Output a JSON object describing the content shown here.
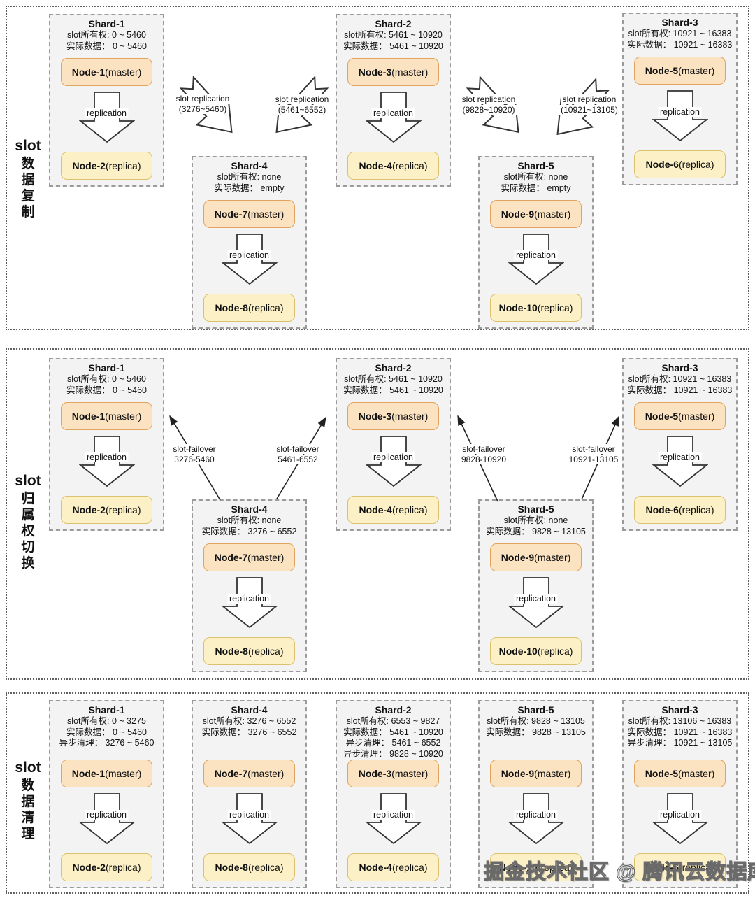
{
  "watermark": "掘金技术社区 @ 腾讯云数据库",
  "replication_label": "replication",
  "panels": [
    {
      "side_label": {
        "en": "slot",
        "zh": "数据复制"
      },
      "shards": [
        {
          "title": "Shard-1",
          "info": [
            "slot所有权: 0 ~ 5460",
            "实际数据： 0 ~ 5460"
          ],
          "master": {
            "name": "Node-1",
            "role": "(master)"
          },
          "replica": {
            "name": "Node-2",
            "role": "(replica)"
          }
        },
        {
          "title": "Shard-2",
          "info": [
            "slot所有权: 5461 ~ 10920",
            "实际数据： 5461 ~ 10920"
          ],
          "master": {
            "name": "Node-3",
            "role": "(master)"
          },
          "replica": {
            "name": "Node-4",
            "role": "(replica)"
          }
        },
        {
          "title": "Shard-3",
          "info": [
            "slot所有权: 10921 ~ 16383",
            "实际数据： 10921 ~ 16383"
          ],
          "master": {
            "name": "Node-5",
            "role": "(master)"
          },
          "replica": {
            "name": "Node-6",
            "role": "(replica)"
          }
        },
        {
          "title": "Shard-4",
          "info": [
            "slot所有权: none",
            "实际数据： empty"
          ],
          "master": {
            "name": "Node-7",
            "role": "(master)"
          },
          "replica": {
            "name": "Node-8",
            "role": "(replica)"
          }
        },
        {
          "title": "Shard-5",
          "info": [
            "slot所有权: none",
            "实际数据： empty"
          ],
          "master": {
            "name": "Node-9",
            "role": "(master)"
          },
          "replica": {
            "name": "Node-10",
            "role": "(replica)"
          }
        }
      ],
      "block_arrows": [
        {
          "line1": "slot replication",
          "line2": "(3276~5460)"
        },
        {
          "line1": "slot replication",
          "line2": "(5461~6552)"
        },
        {
          "line1": "slot replication",
          "line2": "(9828~10920)"
        },
        {
          "line1": "slot replication",
          "line2": "(10921~13105)"
        }
      ]
    },
    {
      "side_label": {
        "en": "slot",
        "zh": "归属权切换"
      },
      "shards": [
        {
          "title": "Shard-1",
          "info": [
            "slot所有权: 0 ~ 5460",
            "实际数据： 0 ~ 5460"
          ],
          "master": {
            "name": "Node-1",
            "role": "(master)"
          },
          "replica": {
            "name": "Node-2",
            "role": "(replica)"
          }
        },
        {
          "title": "Shard-2",
          "info": [
            "slot所有权: 5461 ~ 10920",
            "实际数据： 5461 ~ 10920"
          ],
          "master": {
            "name": "Node-3",
            "role": "(master)"
          },
          "replica": {
            "name": "Node-4",
            "role": "(replica)"
          }
        },
        {
          "title": "Shard-3",
          "info": [
            "slot所有权: 10921 ~ 16383",
            "实际数据： 10921 ~ 16383"
          ],
          "master": {
            "name": "Node-5",
            "role": "(master)"
          },
          "replica": {
            "name": "Node-6",
            "role": "(replica)"
          }
        },
        {
          "title": "Shard-4",
          "info": [
            "slot所有权: none",
            "实际数据： 3276 ~ 6552"
          ],
          "master": {
            "name": "Node-7",
            "role": "(master)"
          },
          "replica": {
            "name": "Node-8",
            "role": "(replica)"
          }
        },
        {
          "title": "Shard-5",
          "info": [
            "slot所有权: none",
            "实际数据： 9828 ~ 13105"
          ],
          "master": {
            "name": "Node-9",
            "role": "(master)"
          },
          "replica": {
            "name": "Node-10",
            "role": "(replica)"
          }
        }
      ],
      "failover_arrows": [
        {
          "line1": "slot-failover",
          "line2": "3276-5460"
        },
        {
          "line1": "slot-failover",
          "line2": "5461-6552"
        },
        {
          "line1": "slot-failover",
          "line2": "9828-10920"
        },
        {
          "line1": "slot-failover",
          "line2": "10921-13105"
        }
      ]
    },
    {
      "side_label": {
        "en": "slot",
        "zh": "数据清理"
      },
      "shards": [
        {
          "title": "Shard-1",
          "info": [
            "slot所有权: 0 ~ 3275",
            "实际数据： 0 ~ 5460",
            "异步清理： 3276 ~ 5460"
          ],
          "master": {
            "name": "Node-1",
            "role": "(master)"
          },
          "replica": {
            "name": "Node-2",
            "role": "(replica)"
          }
        },
        {
          "title": "Shard-4",
          "info": [
            "slot所有权: 3276 ~ 6552",
            "实际数据： 3276 ~ 6552"
          ],
          "master": {
            "name": "Node-7",
            "role": "(master)"
          },
          "replica": {
            "name": "Node-8",
            "role": "(replica)"
          }
        },
        {
          "title": "Shard-2",
          "info": [
            "slot所有权: 6553 ~ 9827",
            "实际数据： 5461 ~ 10920",
            "异步清理： 5461 ~ 6552",
            "异步清理： 9828 ~ 10920"
          ],
          "master": {
            "name": "Node-3",
            "role": "(master)"
          },
          "replica": {
            "name": "Node-4",
            "role": "(replica)"
          }
        },
        {
          "title": "Shard-5",
          "info": [
            "slot所有权: 9828 ~ 13105",
            "实际数据： 9828 ~ 13105"
          ],
          "master": {
            "name": "Node-9",
            "role": "(master)"
          },
          "replica": {
            "name": "Node-10",
            "role": "(replica)"
          }
        },
        {
          "title": "Shard-3",
          "info": [
            "slot所有权: 13106 ~ 16383",
            "实际数据： 10921 ~ 16383",
            "异步清理： 10921 ~ 13105"
          ],
          "master": {
            "name": "Node-5",
            "role": "(master)"
          },
          "replica": {
            "name": "Node-6",
            "role": "(replica)"
          }
        }
      ]
    }
  ]
}
